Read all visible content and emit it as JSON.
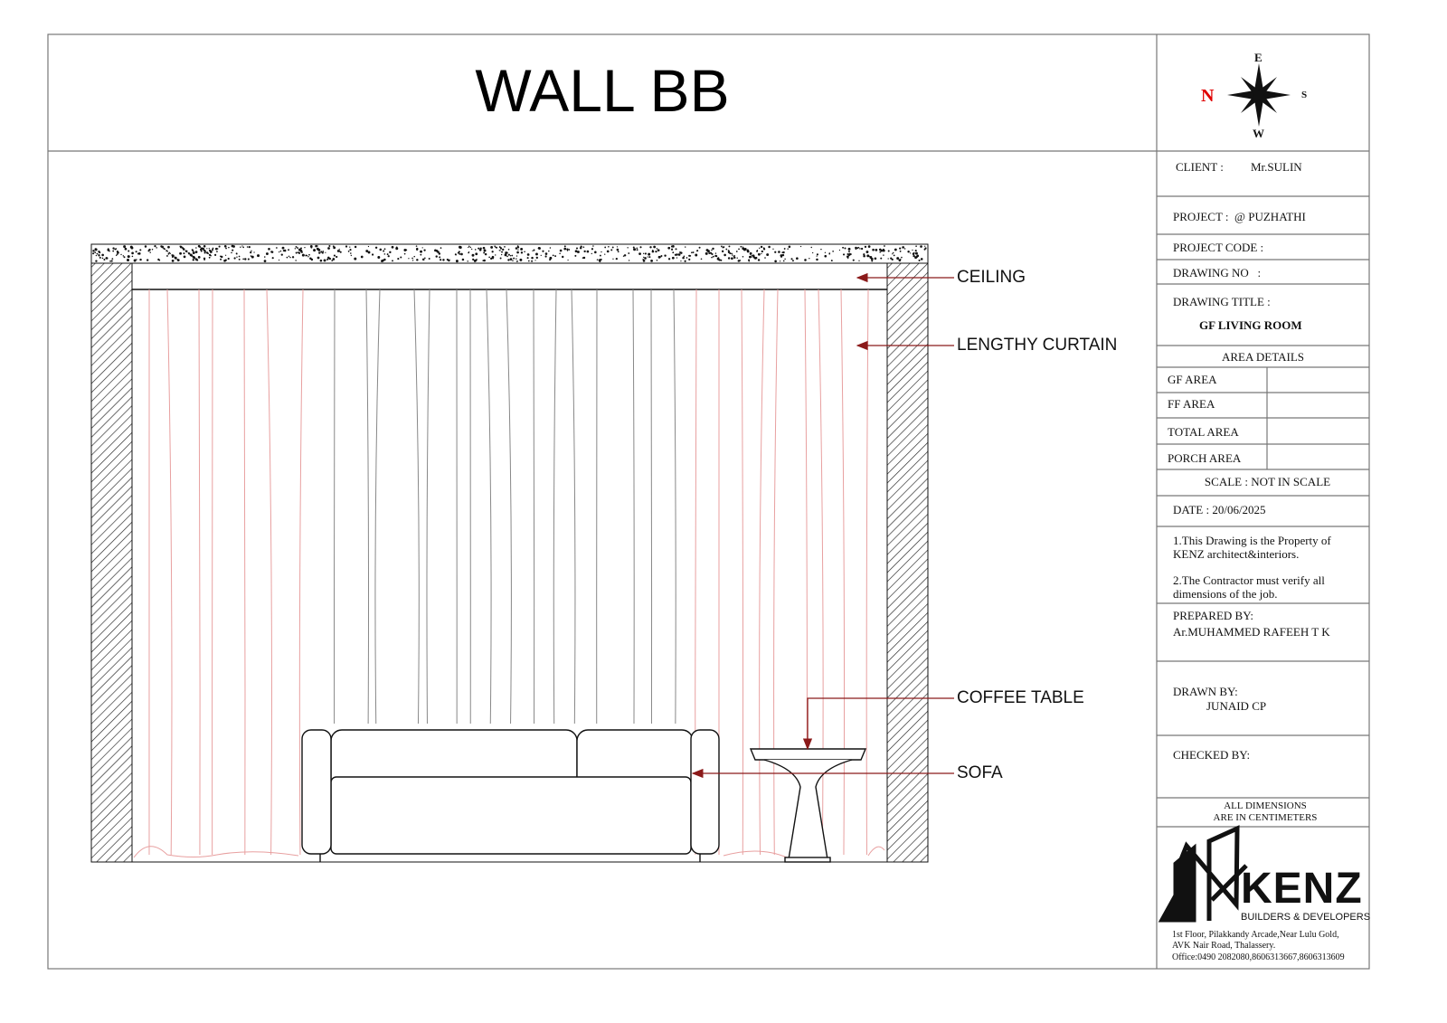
{
  "title": "WALL BB",
  "compass": {
    "n": "N",
    "e": "E",
    "s": "S",
    "w": "W"
  },
  "labels": {
    "ceiling": "CEILING",
    "curtain": "LENGTHY CURTAIN",
    "coffee_table": "COFFEE TABLE",
    "sofa": "SOFA"
  },
  "titleblock": {
    "client_label": "CLIENT :",
    "client": "Mr.SULIN",
    "project": "PROJECT :  @ PUZHATHI",
    "project_code": "PROJECT CODE :",
    "drawing_no": "DRAWING NO   :",
    "drawing_title_label": "DRAWING TITLE :",
    "drawing_title": "GF LIVING ROOM",
    "area_details": "AREA DETAILS",
    "areas": [
      "GF AREA",
      "FF AREA",
      "TOTAL AREA",
      "PORCH AREA"
    ],
    "scale": "SCALE : NOT IN SCALE",
    "date": "DATE : 20/06/2025",
    "note1a": "1.This Drawing is the Property of",
    "note1b": "KENZ architect&interiors.",
    "note2a": "2.The Contractor must verify all",
    "note2b": "dimensions of the job.",
    "prepared_label": "PREPARED BY:",
    "prepared": "Ar.MUHAMMED RAFEEH T K",
    "drawn_label": "DRAWN BY:",
    "drawn": "JUNAID CP",
    "checked_label": "CHECKED BY:",
    "dims1": "ALL DIMENSIONS",
    "dims2": "ARE IN CENTIMETERS",
    "logo": "KENZ",
    "logo_sub": "BUILDERS & DEVELOPERS",
    "addr1": "1st Floor, Pilakkandy Arcade,Near Lulu Gold,",
    "addr2": "AVK Nair Road, Thalassery.",
    "addr3": "Office:0490 2082080,8606313667,8606313609"
  },
  "colors": {
    "arrow": "#8b1a1a",
    "curtain_red": "#e8a0a0",
    "curtain_grey": "#888888",
    "north": "#e00000"
  }
}
